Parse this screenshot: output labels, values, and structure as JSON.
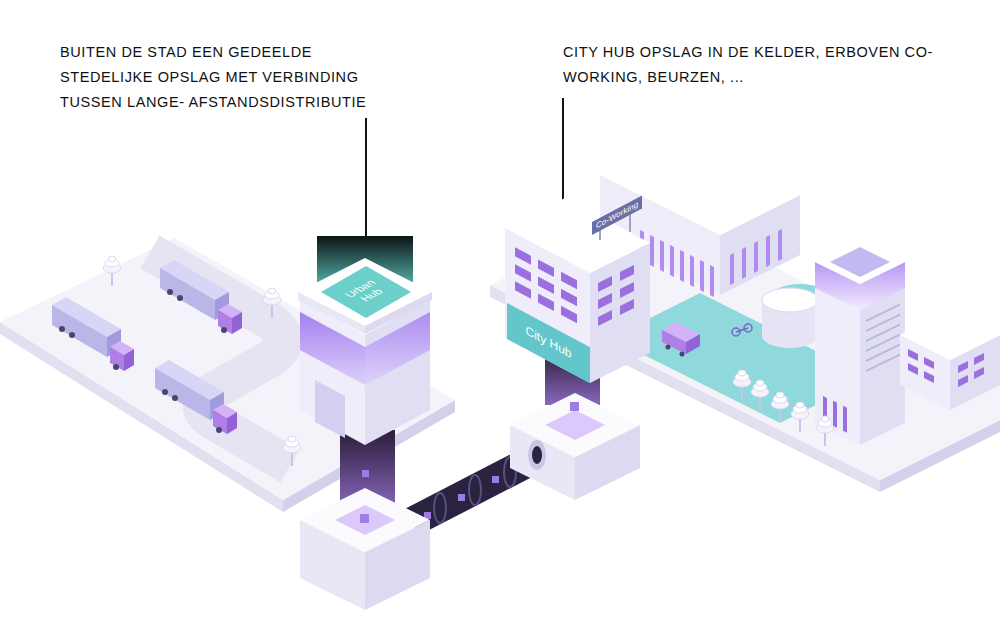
{
  "diagram": {
    "nodes": [
      {
        "text": [
          "Urban Hub"
        ]
      },
      {
        "text": [
          "Co-Working"
        ]
      },
      {
        "text": [
          "City Hub"
        ]
      }
    ],
    "labels": [
      "BUITEN DE STAD EEN GEDEELDE STEDELIJKE OPSLAG MET VERBINDING TUSSEN LANGE- AFSTANDSDISTRIBUTIE",
      "CITY HUB OPSLAG IN DE KELDER, ERBOVEN CO-WORKING, BEURZEN, ..."
    ]
  }
}
